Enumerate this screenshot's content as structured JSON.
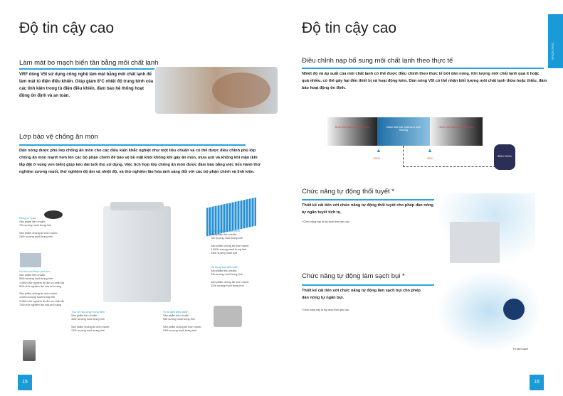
{
  "left": {
    "title": "Độ tin cậy cao",
    "sec1": {
      "heading": "Làm mát bo mạch biến tần bằng môi chất lạnh",
      "body": "VRF dòng V5I sử dụng công nghệ làm mát bằng môi chất lạnh để làm mát tủ điện điều khiển. Giúp giảm 8°C nhiệt độ trung bình của các linh kiện trong tủ điện điều khiển, đảm bảo hệ thống hoạt động ổn định và an toàn."
    },
    "sec2": {
      "heading": "Lớp bảo vệ chống ăn mòn",
      "body": "Dàn nóng được phủ lớp chống ăn mòn cho các điều kiện khắc nghiệt như một tiêu chuẩn và có thể được điều chỉnh phủ lớp chống ăn mòn mạnh hơn lên các bộ phận chính để bảo vệ bề mặt khỏi không khí gây ăn mòn, mưa axit và không khí mặn (khi lắp đặt ở vùng ven biển) giúp kéo dài tuổi thọ sử dụng. Việc tích hợp lớp chống ăn mòn được đảm bảo bằng việc tiến hành thử nghiệm sương muối, thử nghiệm độ ẩm và nhiệt độ, và thử nghiệm lão hóa ánh sáng đối với các bộ phận chính và linh kiện."
    },
    "captions": [
      {
        "title": "Động cơ quạt",
        "lines": [
          "Sản phẩm tiêu chuẩn:",
          "72h sương muối trung tính",
          "",
          "Sản phẩm chống ăn mòn mạnh:",
          "240h sương muối trung tính"
        ]
      },
      {
        "title": "Vỏ kim loại được phủ sơn",
        "lines": [
          "Sản phẩm tiêu chuẩn:",
          "500h sương muối trung tính",
          "1,080h thử nghiệm độ ẩm và nhiệt độ",
          "500h thử nghiệm lão hóa ánh sáng",
          "",
          "Sản phẩm chống ăn mòn mạnh:",
          "1,000h sương muối trung tính",
          "2,080h thử nghiệm độ ẩm và nhiệt độ",
          "720h thử nghiệm lão hóa ánh sáng"
        ]
      },
      {
        "title": "Tấm nhôm trao đổi nhiệt",
        "lines": [
          "Sản phẩm tiêu chuẩn:",
          "72h sương muối trung tính",
          "",
          "Sản phẩm chống ăn mòn mạnh:",
          "1,000h sương muối trung tính",
          "240h sương muối axit"
        ]
      },
      {
        "title": "Lõi đồng trao đổi nhiệt",
        "lines": [
          "Sản phẩm tiêu chuẩn:",
          "24h sương muối trung tính",
          "",
          "Sản phẩm chống ăn mòn mạnh:",
          "110h sương muối trung tính"
        ]
      },
      {
        "title": "Trục vít/ Bu-lông/ Vòng đệm",
        "lines": [
          "Sản phẩm tiêu chuẩn:",
          "300h sương muối trung tính",
          "",
          "Sản phẩm chống ăn mòn mạnh:",
          "720h sương muối trung tính"
        ]
      },
      {
        "title": "Vỏ tủ điện điều khiển",
        "lines": [
          "Sản phẩm tiêu chuẩn:",
          "96h sương muối trung tính",
          "",
          "Sản phẩm chống ăn mòn mạnh:",
          "240h sương muối trung tính"
        ]
      }
    ],
    "page_number": "15"
  },
  "right": {
    "title": "Độ tin cậy cao",
    "side_tab": "DÀN NÓNG",
    "sec1": {
      "heading": "Điều chỉnh nạp bổ sung môi chất lạnh theo thực tế",
      "body": "Nhiệt độ và áp suất của môi chất lạnh có thể được điều chỉnh theo thực tế bởi dàn nóng. Khi lượng môi chất lạnh quá ít hoặc quá nhiều, có thể gây hại đến thiết bị và hoạt động kém. Dàn nóng V5I có thể nhận biết lượng môi chất lạnh thừa hoặc thiếu, đảm bảo hoạt động ổn định."
    },
    "diagram": {
      "left": "Nhận biết môi chất lạnh thừa",
      "center": "Nhận biết môi chất lạnh bình thường",
      "right": "Nhận biết môi chất lạnh thiếu",
      "mark1": "110%",
      "mark2": "90%",
      "tank": "BÌNH CHỨA"
    },
    "sec2": {
      "heading": "Chức năng tự động thổi tuyết *",
      "body": "Thiết kế cải tiến với chức năng tự động thổi tuyết cho phép dàn nóng tự ngăn tuyết tích tụ.",
      "note": "* Chức năng này là tùy chọn theo yêu cầu."
    },
    "sec3": {
      "heading": "Chức năng tự động làm sạch bụi *",
      "body": "Thiết kế cải tiến với chức năng tự động làm sạch bụi cho phép dàn nóng tự ngăn bụi.",
      "note": "*Chức năng này là tùy chọn theo yêu cầu.",
      "image_label": "Tự làm sạch"
    },
    "page_number": "16"
  }
}
